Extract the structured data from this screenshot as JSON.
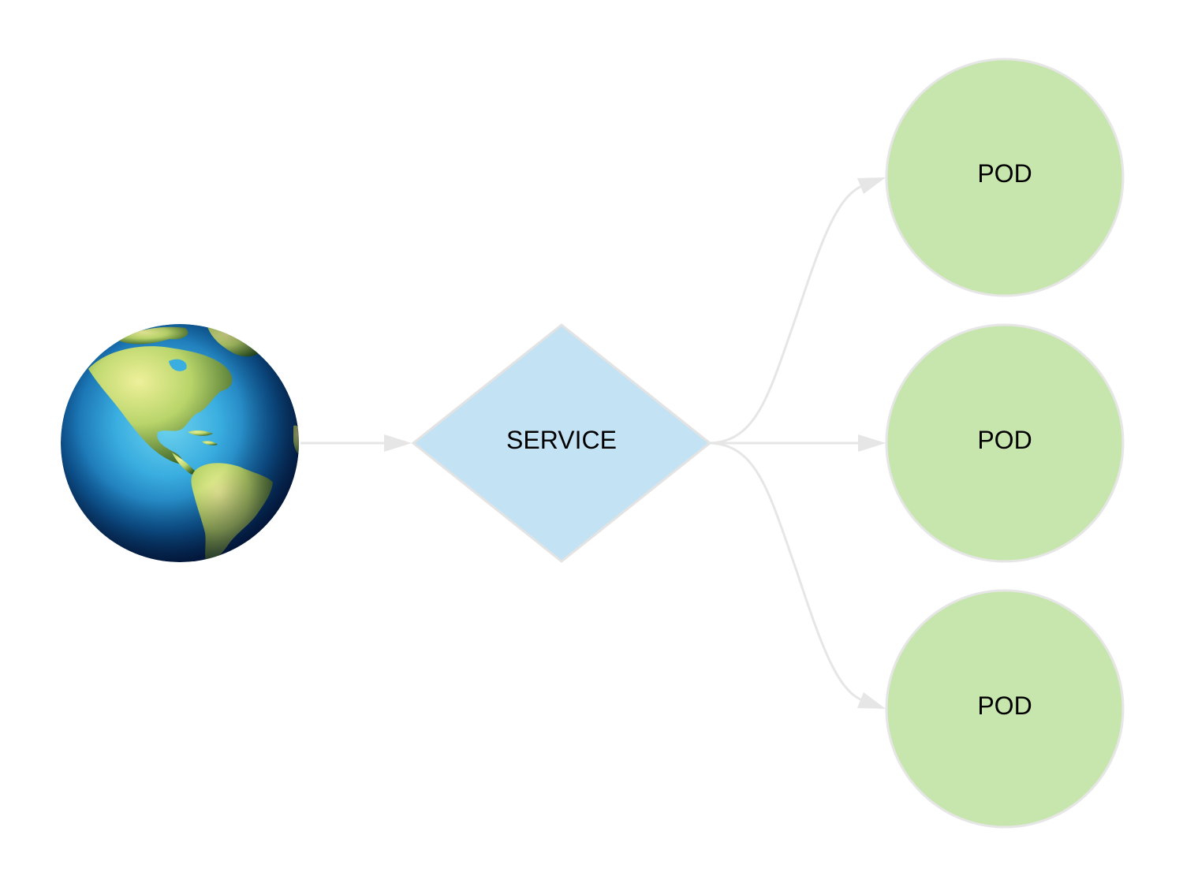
{
  "diagram": {
    "nodes": {
      "internet": {
        "icon": "globe-americas-icon"
      },
      "service": {
        "label": "SERVICE"
      },
      "pods": [
        {
          "label": "POD"
        },
        {
          "label": "POD"
        },
        {
          "label": "POD"
        }
      ]
    },
    "edges": [
      {
        "from": "internet",
        "to": "service"
      },
      {
        "from": "service",
        "to": "pod-1"
      },
      {
        "from": "service",
        "to": "pod-2"
      },
      {
        "from": "service",
        "to": "pod-3"
      }
    ],
    "colors": {
      "service_fill": "#c3e3f5",
      "pod_fill": "#c7e6ad",
      "edge_stroke": "#e6e6e6",
      "globe_ocean": "#1f7fc0",
      "globe_land": "#9ccb5a"
    }
  }
}
